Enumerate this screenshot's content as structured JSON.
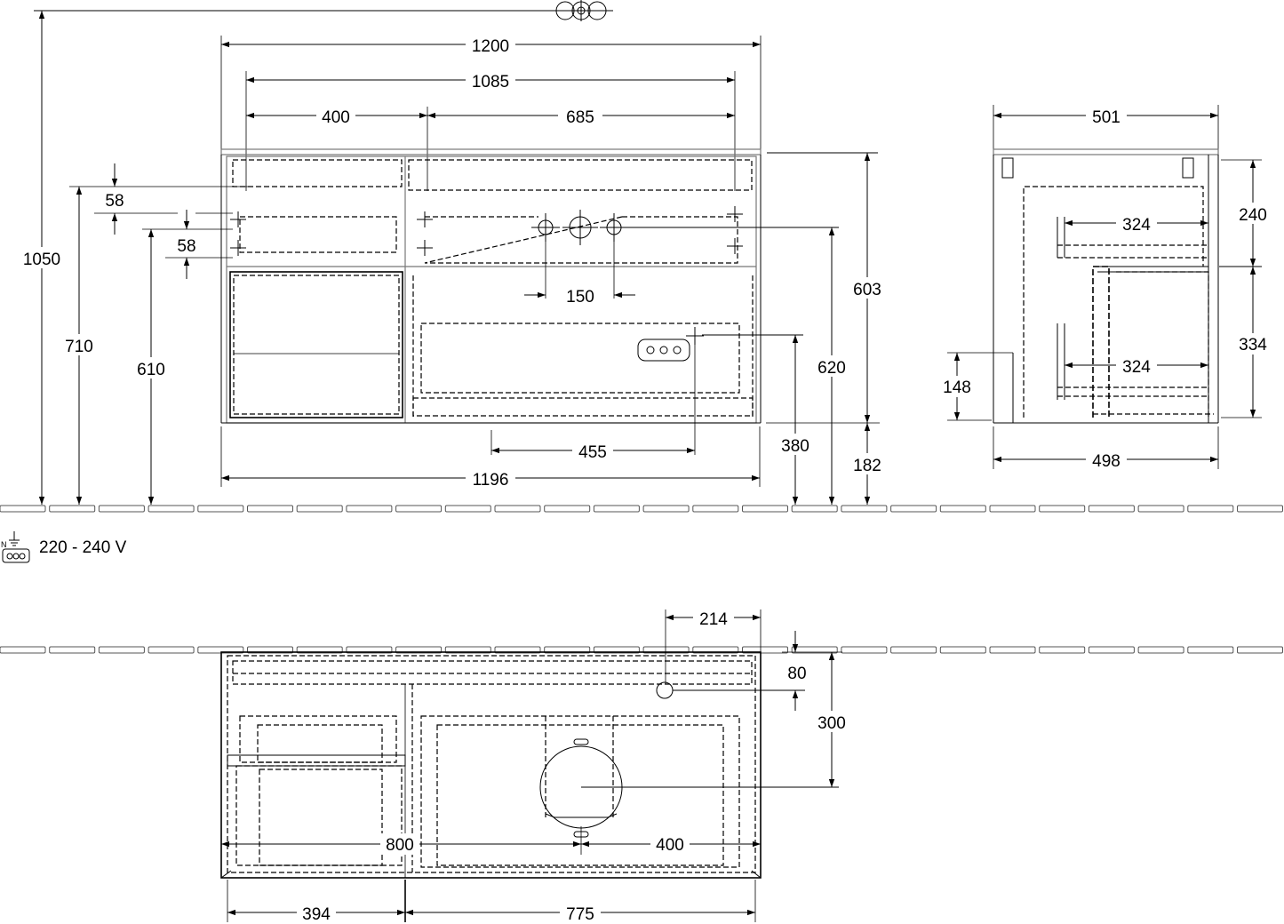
{
  "front_view": {
    "width_total": "1200",
    "width_inner": "1085",
    "width_left": "400",
    "width_right": "685",
    "height_overall": "1050",
    "height_710": "710",
    "height_610": "610",
    "offset_58_top": "58",
    "offset_58_bottom": "58",
    "tap_spacing": "150",
    "height_620": "620",
    "height_603": "603",
    "height_380": "380",
    "height_182": "182",
    "socket_offset": "455",
    "width_bottom": "1196"
  },
  "side_view": {
    "depth_top": "501",
    "drawer_depth_top": "324",
    "drawer_depth_bottom": "324",
    "height_240": "240",
    "height_334": "334",
    "height_148": "148",
    "depth_bottom": "498"
  },
  "electrical": {
    "voltage": "220 - 240 V",
    "icon": "power-socket-icon"
  },
  "top_view": {
    "offset_214": "214",
    "offset_80": "80",
    "depth_300": "300",
    "width_800": "800",
    "width_400": "400",
    "width_394": "394",
    "width_775": "775"
  }
}
